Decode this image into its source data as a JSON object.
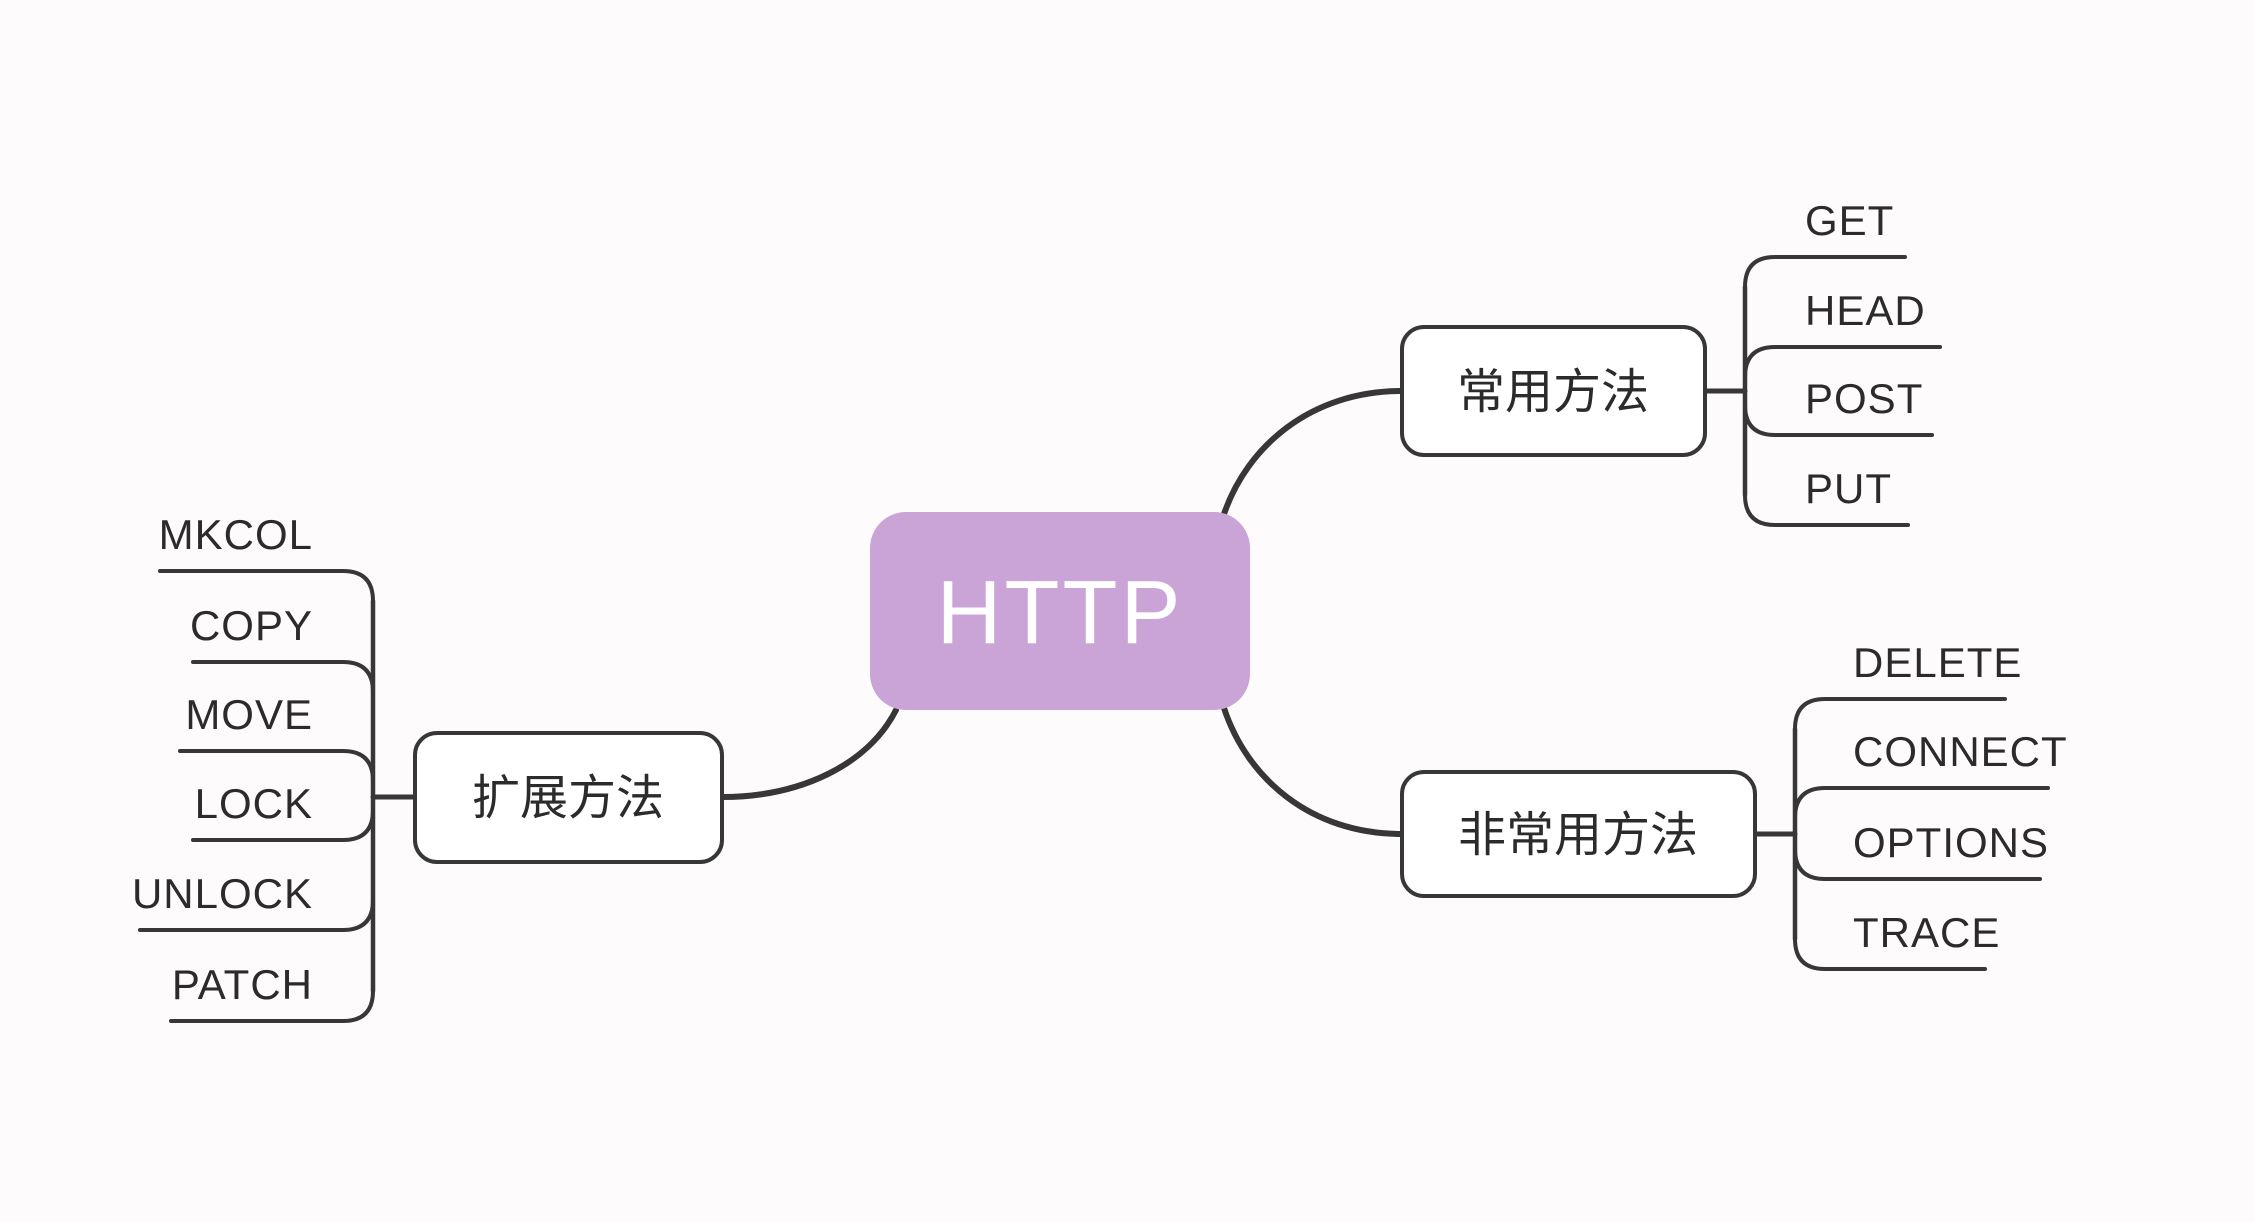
{
  "colors": {
    "background": "#fdfbfc",
    "line": "#373737",
    "text": "#2b2b2b",
    "root_fill": "#cba4d7",
    "root_text": "#ffffff",
    "node_fill": "#ffffff"
  },
  "root": {
    "label": "HTTP"
  },
  "branches": [
    {
      "label": "常用方法",
      "children": [
        "GET",
        "HEAD",
        "POST",
        "PUT"
      ]
    },
    {
      "label": "非常用方法",
      "children": [
        "DELETE",
        "CONNECT",
        "OPTIONS",
        "TRACE"
      ]
    },
    {
      "label": "扩展方法",
      "children": [
        "MKCOL",
        "COPY",
        "MOVE",
        "LOCK",
        "UNLOCK",
        "PATCH"
      ]
    }
  ]
}
